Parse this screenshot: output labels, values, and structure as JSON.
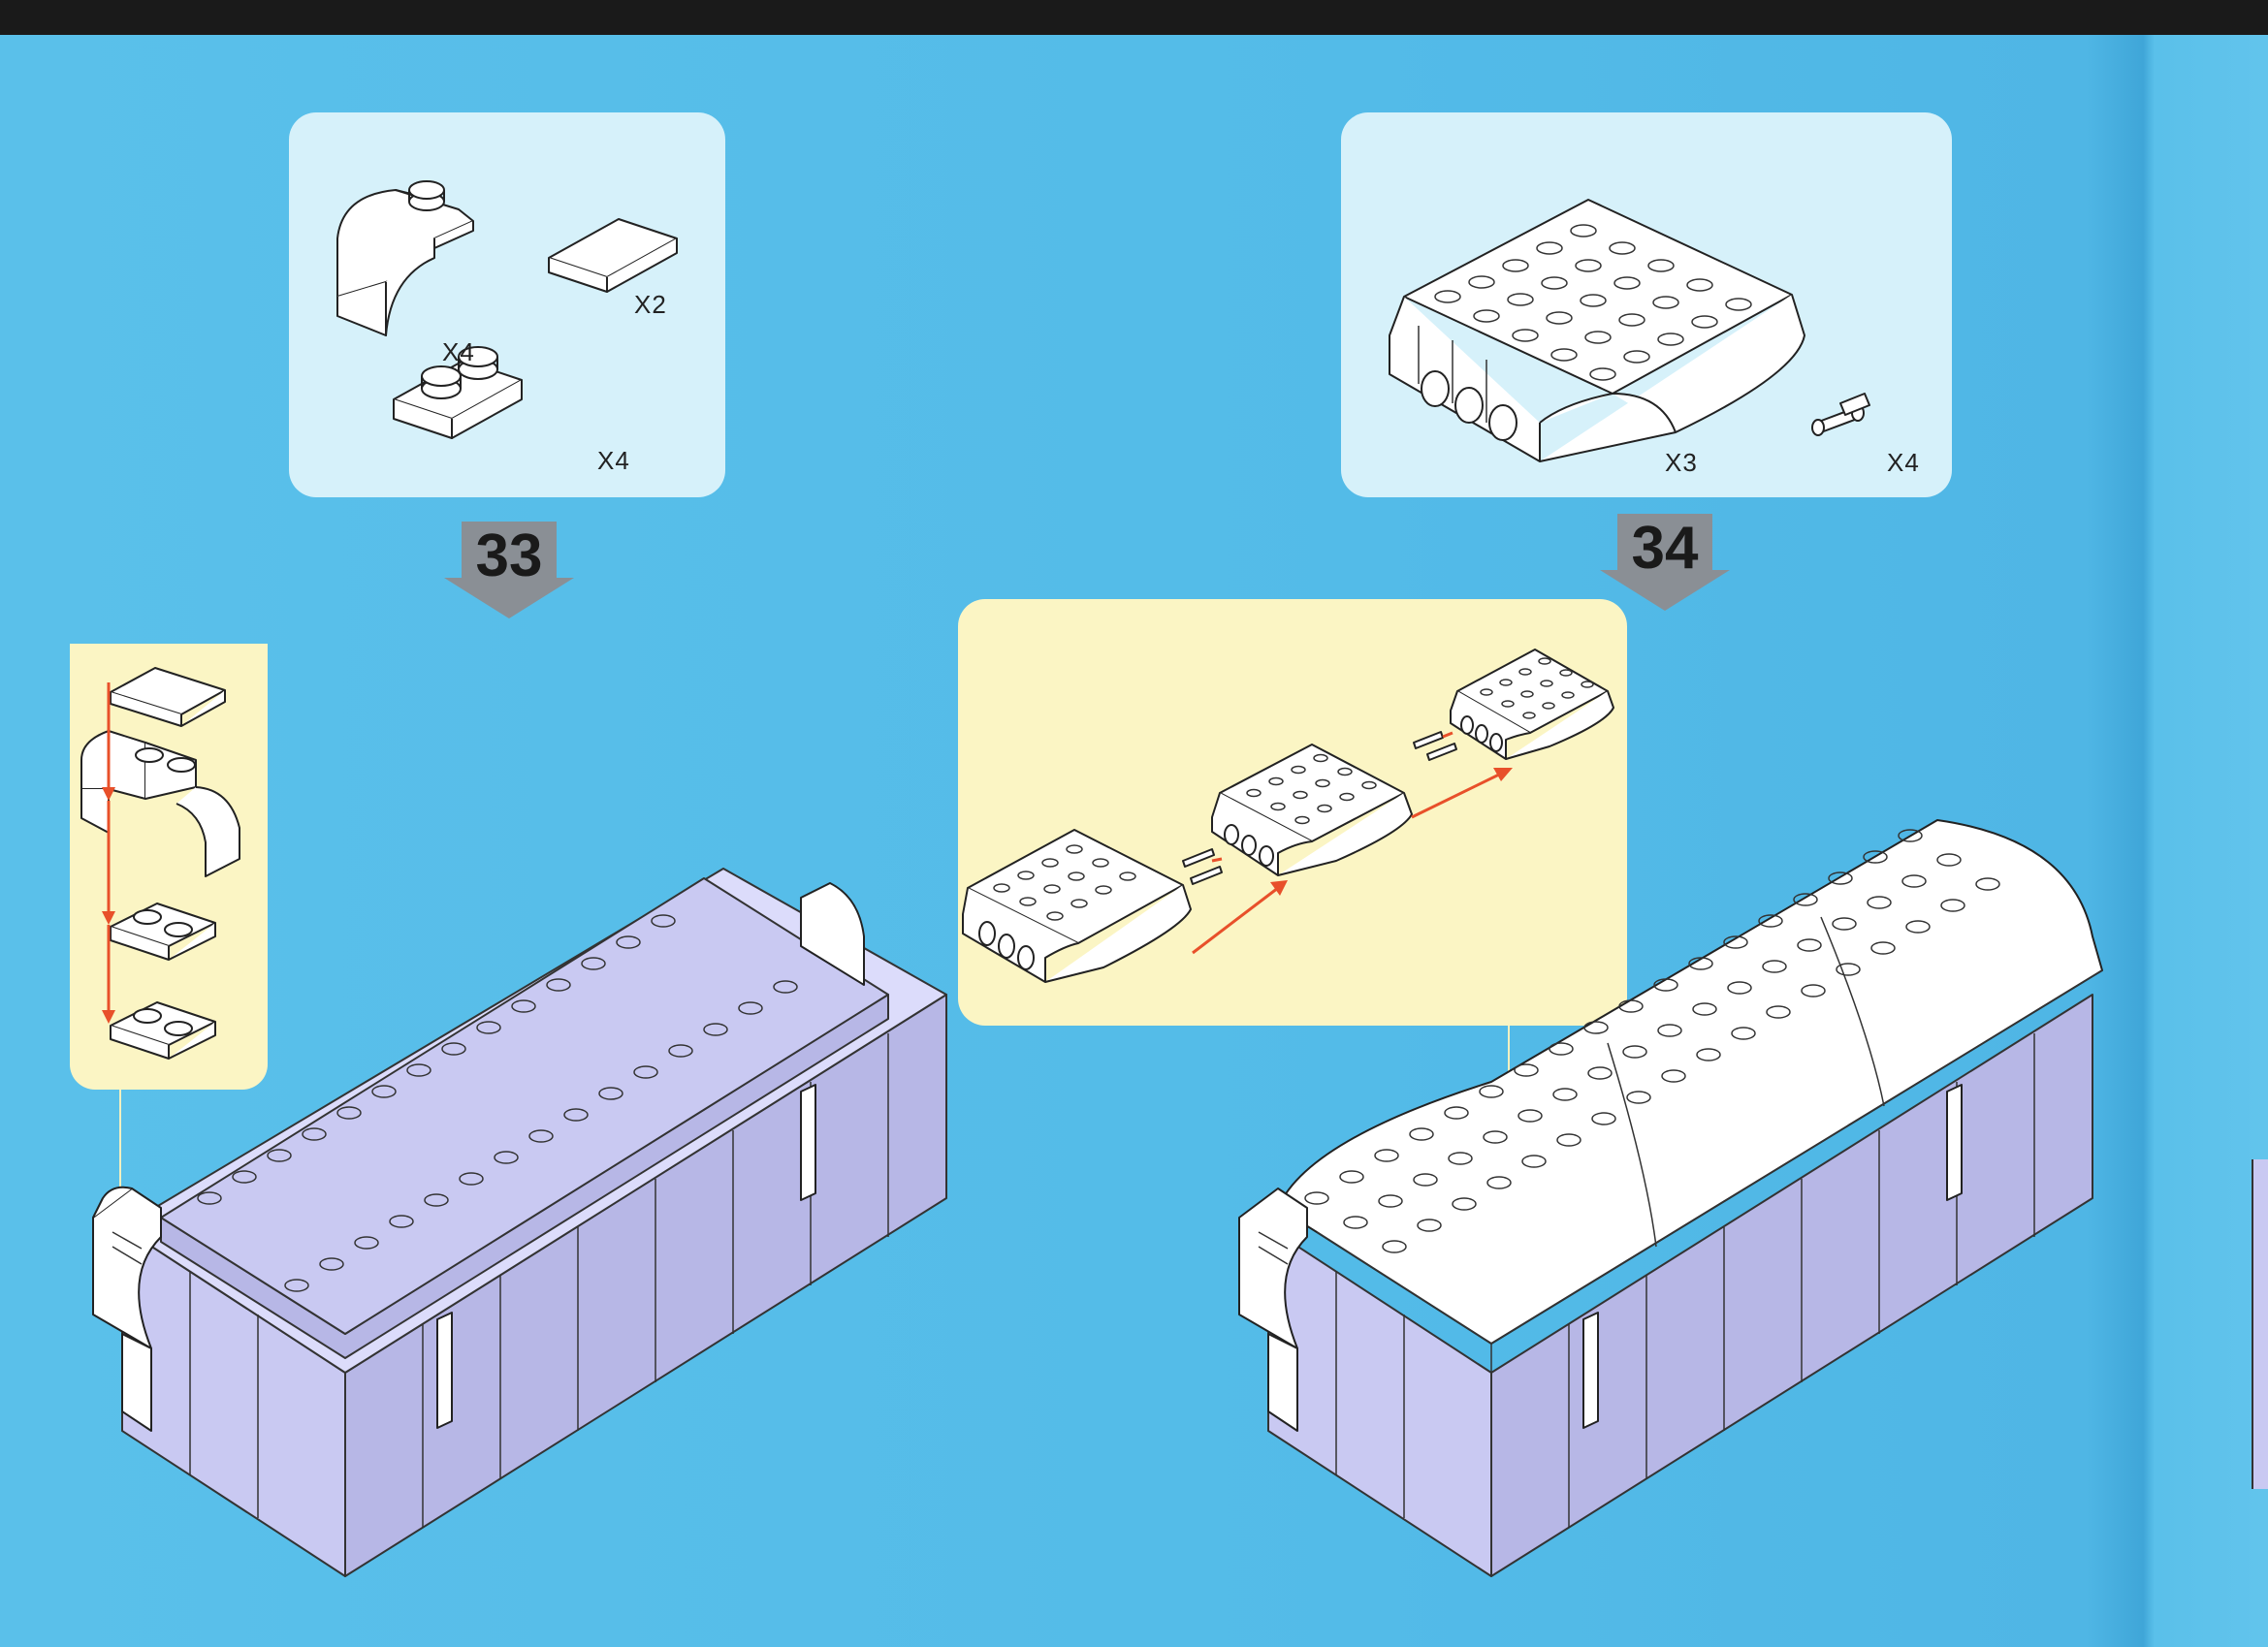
{
  "steps": [
    {
      "number": "33",
      "parts": [
        {
          "name": "curved-slope-brick",
          "qty": "X4"
        },
        {
          "name": "tile-1x2",
          "qty": "X2"
        },
        {
          "name": "plate-1x2",
          "qty": "X4"
        }
      ]
    },
    {
      "number": "34",
      "parts": [
        {
          "name": "curved-roof-brick",
          "qty": "X3"
        },
        {
          "name": "connector-pin",
          "qty": "X4"
        }
      ]
    }
  ],
  "colors": {
    "page": "#55bde9",
    "parts_box": "#d6f1fa",
    "callout_box": "#fbf5c4",
    "arrow": "#e8502a",
    "model_body": "#c9c9f2"
  }
}
